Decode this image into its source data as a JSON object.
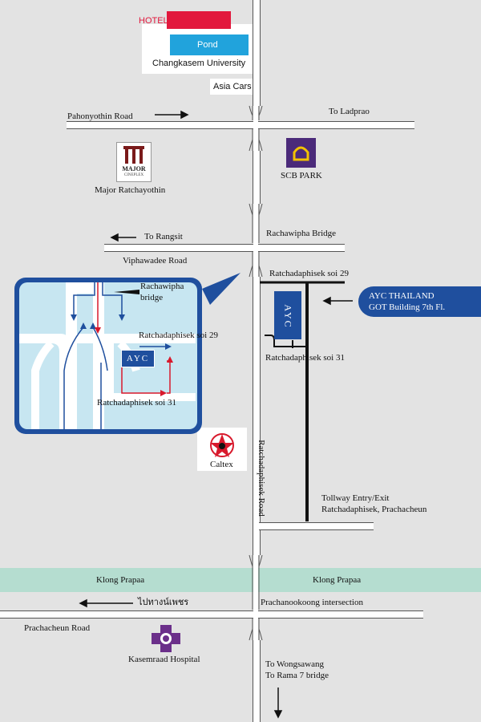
{
  "top": {
    "hotel_label": "HOTEL",
    "pond_label": "Pond",
    "university_label": "Changkasem University",
    "asia_cars_label": "Asia Cars"
  },
  "roads": {
    "pahonyothin": "Pahonyothin Road",
    "to_ladprao": "To Ladprao",
    "to_rangsit": "To Rangsit",
    "rachawipha_bridge": "Rachawipha Bridge",
    "viphawadee": "Viphawadee Road",
    "soi29": "Ratchadaphisek soi 29",
    "soi31": "Ratchadaphisek soi 31",
    "ratchadaphisek_road": "Ratchadaphisek Road",
    "tollway_line1": "Tollway Entry/Exit",
    "tollway_line2": "Ratchadaphisek, Prachacheun",
    "klong_left": "Klong Prapaa",
    "klong_right": "Klong Prapaa",
    "thai_direction": "ไปทางน์เพชร",
    "prachanookoong": "Prachanookoong intersection",
    "prachacheun": "Prachacheun Road",
    "to_wongsawang": "To Wongsawang",
    "to_rama7": "To Rama 7 bridge"
  },
  "landmarks": {
    "major_logo_text": "MAJOR",
    "major_logo_sub": "CINEPLEX",
    "major_label": "Major Ratchayothin",
    "scb_label": "SCB PARK",
    "caltex_label": "Caltex",
    "kasemraad_label": "Kasemraad Hospital"
  },
  "ayc": {
    "box_text": "AYC",
    "callout_line1": "AYC THAILAND",
    "callout_line2": "GOT Building 7th Fl."
  },
  "inset": {
    "rachawipha_line1": "Rachawipha",
    "rachawipha_line2": "bridge",
    "soi29": "Ratchadaphisek soi 29",
    "soi31": "Ratchadaphisek soi 31",
    "ayc_box": "AYC"
  },
  "colors": {
    "background": "#e3e3e3",
    "road": "#ffffff",
    "klong": "#b5ddd0",
    "ayc_blue": "#1f4f9e",
    "hotel_red": "#e2183d",
    "pond_blue": "#21a3dc",
    "scb_purple": "#4b2a7a",
    "hospital_purple": "#6b2f8a",
    "route_red": "#d8192c",
    "inset_fill": "#c7e6f1"
  }
}
